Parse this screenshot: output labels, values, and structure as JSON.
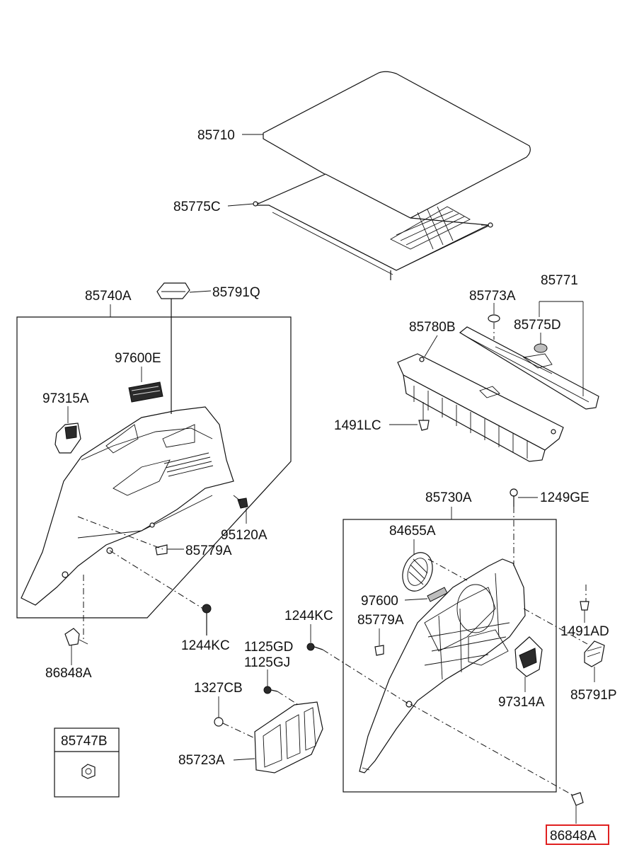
{
  "diagram": {
    "labels": {
      "p85710": "85710",
      "p85775C": "85775C",
      "p85740A": "85740A",
      "p85791Q": "85791Q",
      "p97600E": "97600E",
      "p97315A": "97315A",
      "p95120A": "95120A",
      "p85779A_left": "85779A",
      "p1244KC_left": "1244KC",
      "p86848A_left": "86848A",
      "p85773A": "85773A",
      "p85771": "85771",
      "p85775D": "85775D",
      "p85780B": "85780B",
      "p1491LC": "1491LC",
      "p85730A": "85730A",
      "p1249GE": "1249GE",
      "p84655A": "84655A",
      "p97600": "97600",
      "p85779A_right": "85779A",
      "p1244KC_right": "1244KC",
      "p1491AD": "1491AD",
      "p1125GD": "1125GD",
      "p1125GJ": "1125GJ",
      "p97314A": "97314A",
      "p85791P": "85791P",
      "p1327CB": "1327CB",
      "p85723A": "85723A",
      "p85747B": "85747B",
      "p86848A_right": "86848A"
    },
    "highlighted_part": "86848A",
    "colors": {
      "line": "#111111",
      "highlight": "#e02020",
      "background": "#ffffff"
    }
  }
}
